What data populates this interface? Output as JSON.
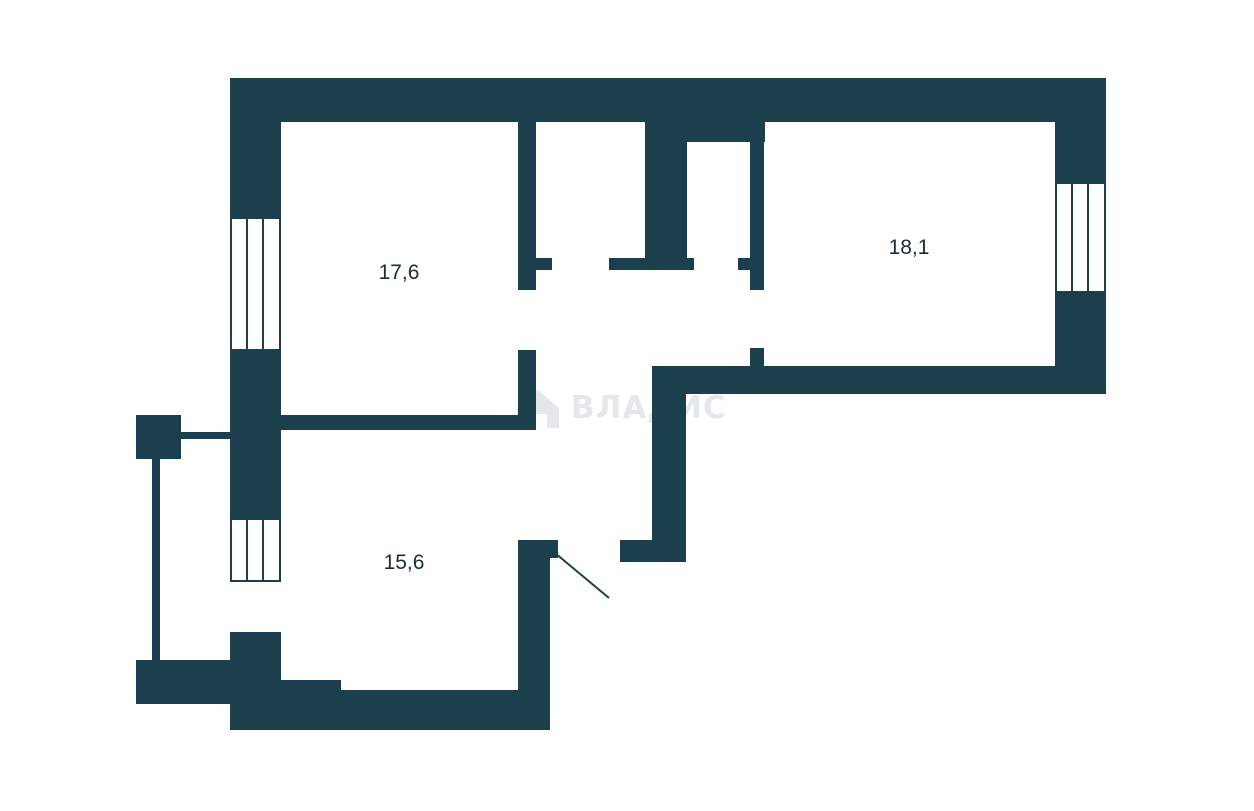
{
  "colors": {
    "wall": "#1b3f4c",
    "window_line": "#1b3f4c",
    "background": "#ffffff",
    "label": "#1d2b33",
    "watermark": "#e4e8ea"
  },
  "rooms": [
    {
      "id": "room-1",
      "area": "17,6"
    },
    {
      "id": "room-2",
      "area": "18,1"
    },
    {
      "id": "room-3",
      "area": "15,6"
    }
  ],
  "watermark": {
    "text": "ВЛАДИС",
    "icon": "house-logo-icon"
  }
}
